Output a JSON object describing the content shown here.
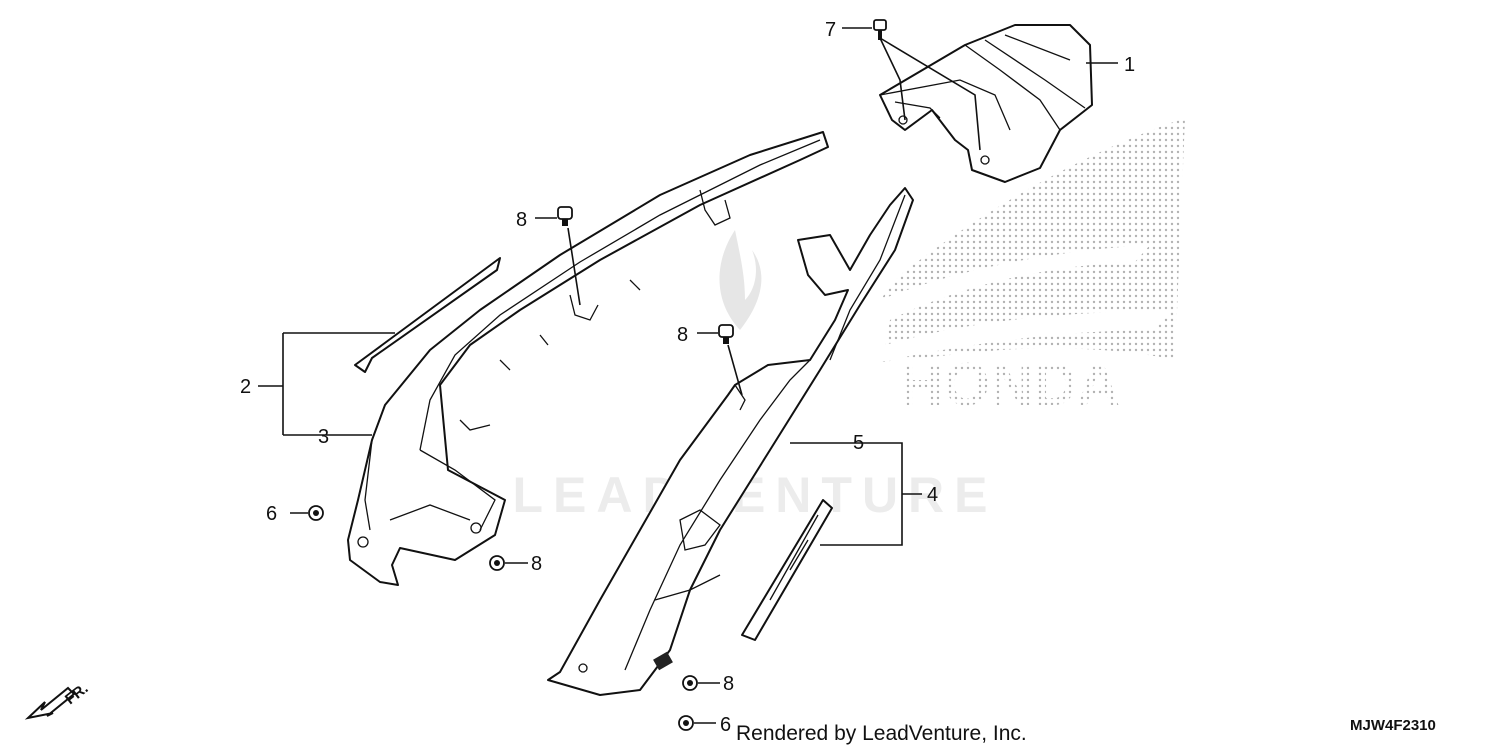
{
  "diagram": {
    "callouts": [
      "1",
      "2",
      "3",
      "4",
      "5",
      "6",
      "6",
      "7",
      "8",
      "8",
      "8",
      "8"
    ],
    "front_indicator": "FR.",
    "watermark": {
      "brand": "HONDA",
      "provider": "LEADVENTURE"
    },
    "footer_text": "Rendered by LeadVenture, Inc.",
    "diagram_code": "MJW4F2310"
  }
}
